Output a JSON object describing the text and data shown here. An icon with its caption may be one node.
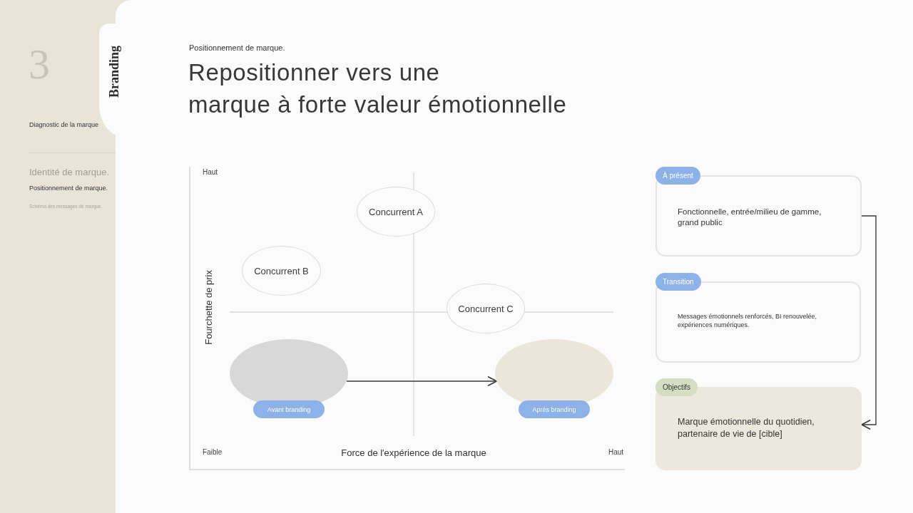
{
  "diagram": {
    "title": "Repositionner vers une marque à forte valeur émotionnelle",
    "nodes": [
      {
        "text": [
          "Concurrent A"
        ]
      },
      {
        "text": [
          "Concurrent B"
        ]
      },
      {
        "text": [
          "Concurrent C"
        ]
      },
      {
        "text": [
          "Avant branding"
        ]
      },
      {
        "text": [
          "Après branding"
        ]
      },
      {
        "text": [
          "À présent",
          "Fonctionnelle, entrée/milieu de gamme, grand public"
        ]
      },
      {
        "text": [
          "Transition",
          "Messages émotionnels renforcés, BI renouvelée, expériences numériques."
        ]
      },
      {
        "text": [
          "Objectifs",
          "Marque émotionnelle du quotidien, partenaire de vie de [cible]"
        ]
      }
    ],
    "edges": [
      {
        "from": 3,
        "to": 4,
        "arrow": "to"
      },
      {
        "from": 5,
        "to": 7,
        "arrow": "to"
      }
    ],
    "labels": [
      "3",
      "Branding",
      "Diagnostic de la marque",
      "Identité de marque.",
      "Positionnement de marque.",
      "Schéma des messages de marque.",
      "Positionnement de marque.",
      "Haut",
      "Fourchette de prix",
      "Faible",
      "Force de l'expérience de la marque",
      "Haut"
    ]
  }
}
